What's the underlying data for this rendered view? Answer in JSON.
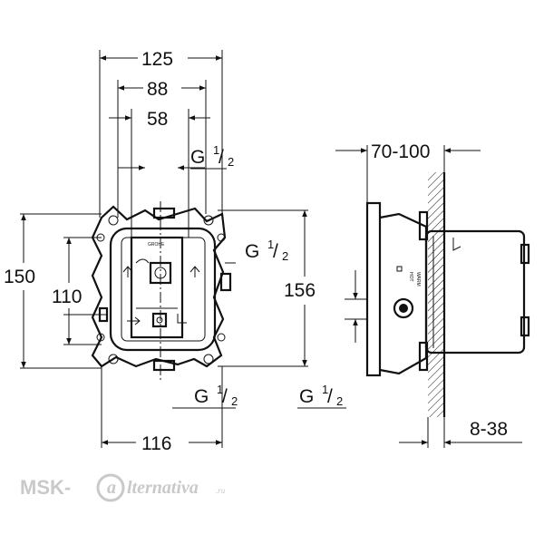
{
  "dimensions": {
    "width_125": "125",
    "width_88": "88",
    "width_58": "58",
    "width_116": "116",
    "height_150": "150",
    "height_110": "110",
    "height_156": "156",
    "depth_70_100": "70-100",
    "wall_8_38": "8-38"
  },
  "connections": {
    "g_label": "G",
    "fraction_num": "1",
    "fraction_den": "2"
  },
  "labels": {
    "brand_logo": "GROHE",
    "side_text_1": "HOT",
    "side_text_2": "WARM"
  },
  "watermark": {
    "prefix": "MSK-",
    "script": "lternativa",
    "suffix": ".ru"
  }
}
